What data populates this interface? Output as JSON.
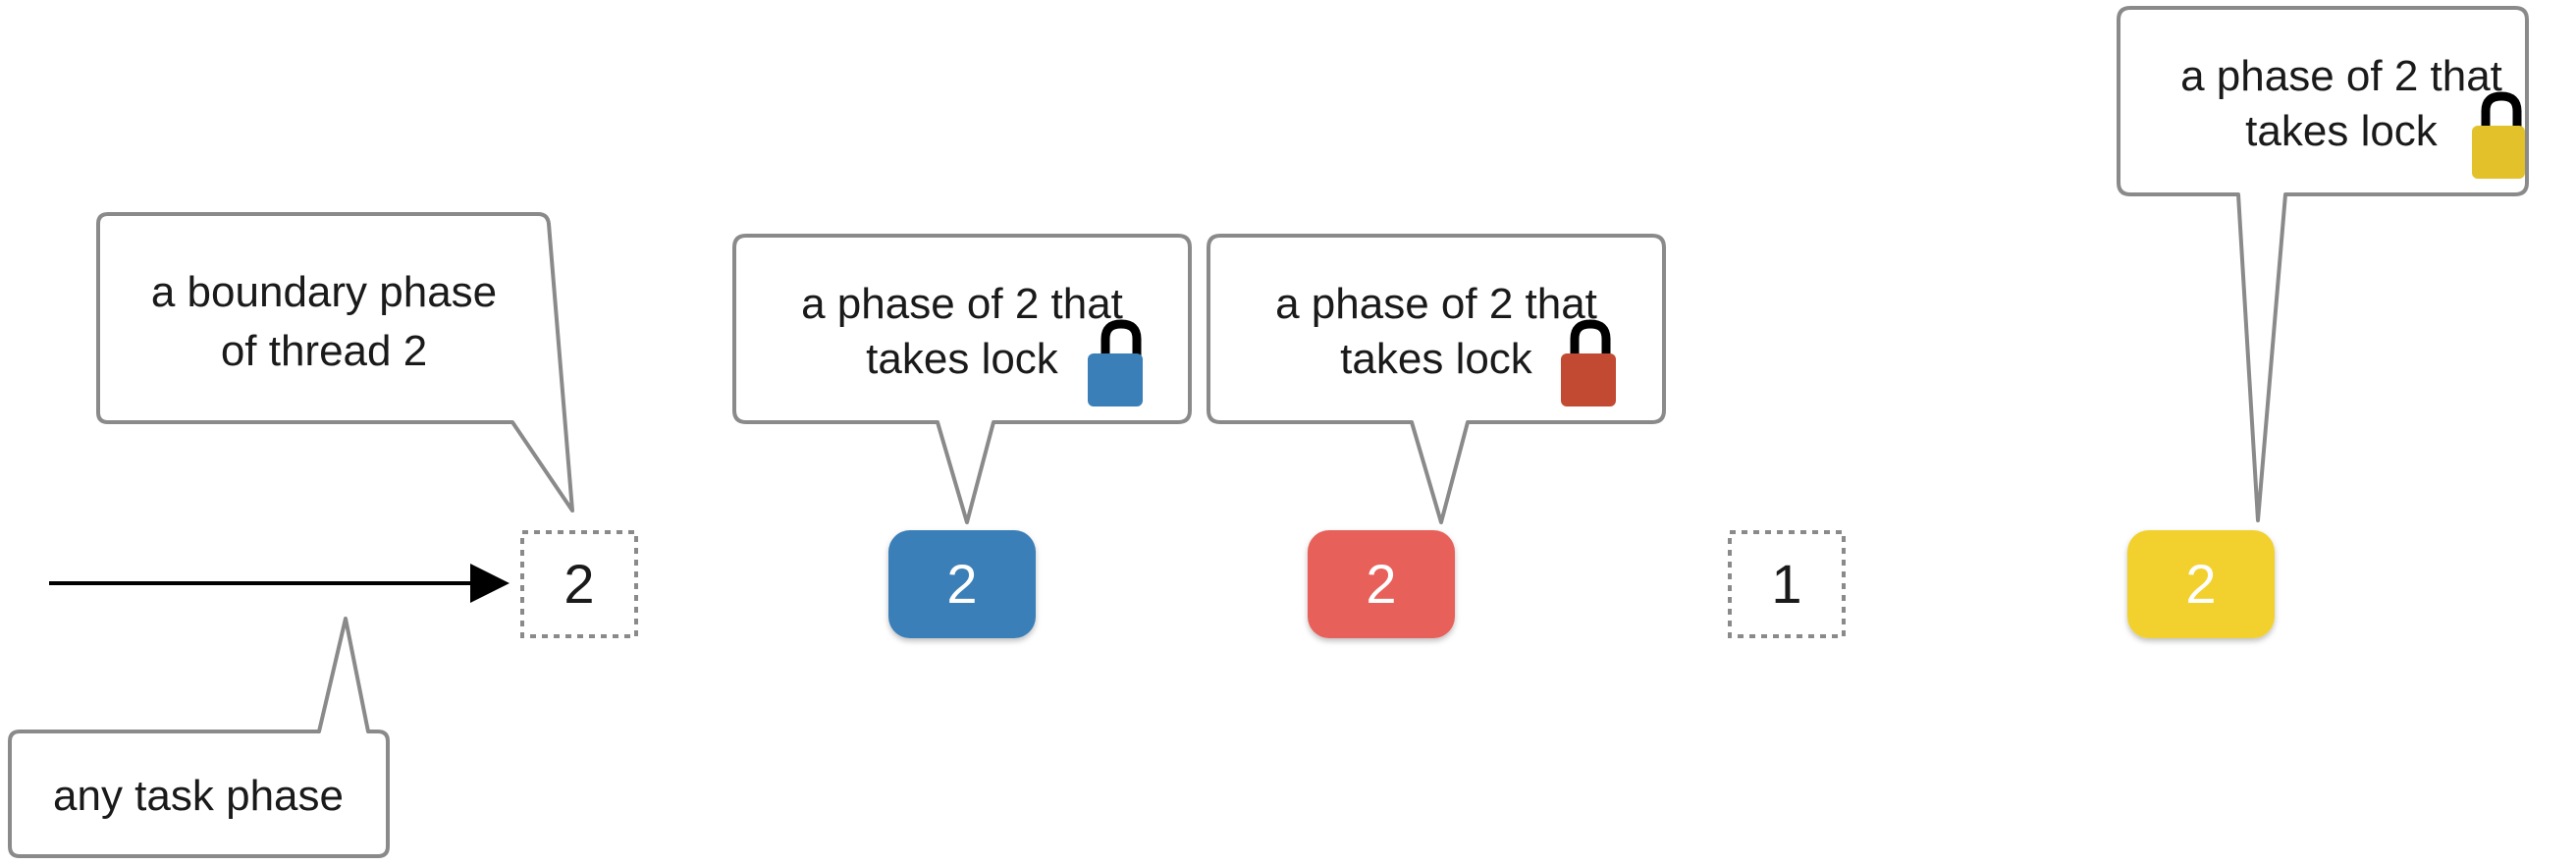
{
  "callouts": {
    "any_task": {
      "text": "any task phase"
    },
    "boundary": {
      "line1": "a boundary phase",
      "line2": "of thread 2"
    },
    "blue_lock": {
      "line1": "a phase of 2 that",
      "line2": "takes lock",
      "lock_color": "#3a7fb8"
    },
    "red_lock": {
      "line1": "a phase of 2 that",
      "line2": "takes lock",
      "lock_color": "#c24a32"
    },
    "yellow_lock": {
      "line1": "a phase of 2 that",
      "line2": "takes lock",
      "lock_color": "#e3c12a"
    }
  },
  "phases": [
    {
      "label": "2",
      "style": "dashed",
      "fill": "#ffffff"
    },
    {
      "label": "2",
      "style": "solid",
      "fill": "#3a7fb8"
    },
    {
      "label": "2",
      "style": "solid",
      "fill": "#e8605a"
    },
    {
      "label": "1",
      "style": "dashed",
      "fill": "#ffffff"
    },
    {
      "label": "2",
      "style": "solid",
      "fill": "#f2d12e"
    }
  ],
  "colors": {
    "outline": "#8a8a8a",
    "arrow": "#000000",
    "text": "#1a1a1a",
    "phase_text_on_color": "#ffffff"
  }
}
